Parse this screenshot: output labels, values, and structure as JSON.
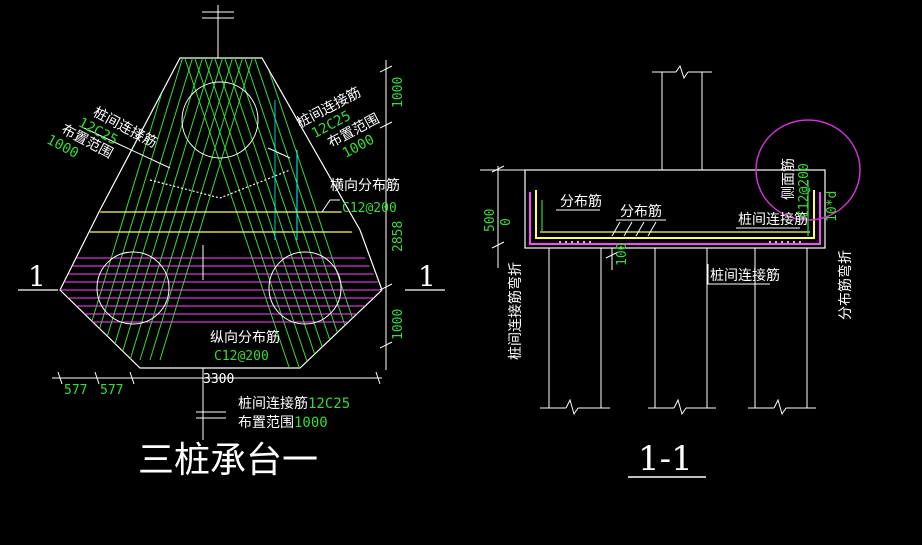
{
  "plan": {
    "title": "三桩承台一",
    "section_marker": "1",
    "left_note": {
      "line1": "桩间连接筋",
      "line2": "12C25",
      "line3": "布置范围",
      "line4": "1000"
    },
    "right_note": {
      "line1": "桩间连接筋",
      "line2": "12C25",
      "line3": "布置范围",
      "line4": "1000"
    },
    "bottom_note": {
      "line1": "桩间连接筋",
      "line1_val": "12C25",
      "line2": "布置范围",
      "line2_val": "1000"
    },
    "horizontal_dist": {
      "label": "横向分布筋",
      "value": "C12@200"
    },
    "vertical_dist": {
      "label": "纵向分布筋",
      "value": "C12@200"
    },
    "dims": {
      "top": "1000",
      "middle": "2858",
      "bottom": "1000",
      "width": "3300",
      "left1": "577",
      "left2": "577"
    }
  },
  "section": {
    "title": "1-1",
    "dim_height": "500",
    "dim_zero": "0",
    "dim_100": "100",
    "dist_bar_1": "分布筋",
    "dist_bar_2": "分布筋",
    "pile_link_top": "桩间连接筋",
    "pile_link_bottom": "桩间连接筋",
    "side_bar": {
      "label": "侧面筋",
      "value": "C12@200"
    },
    "hook": "10*d",
    "left_vertical": "桩间连接筋弯折",
    "right_vertical": "分布筋弯折"
  },
  "colors": {
    "line": "#ffffff",
    "rebar": "#33dd33",
    "yellow": "#ffff55",
    "magenta": "#ff44ff",
    "cyan": "#00ffff"
  }
}
